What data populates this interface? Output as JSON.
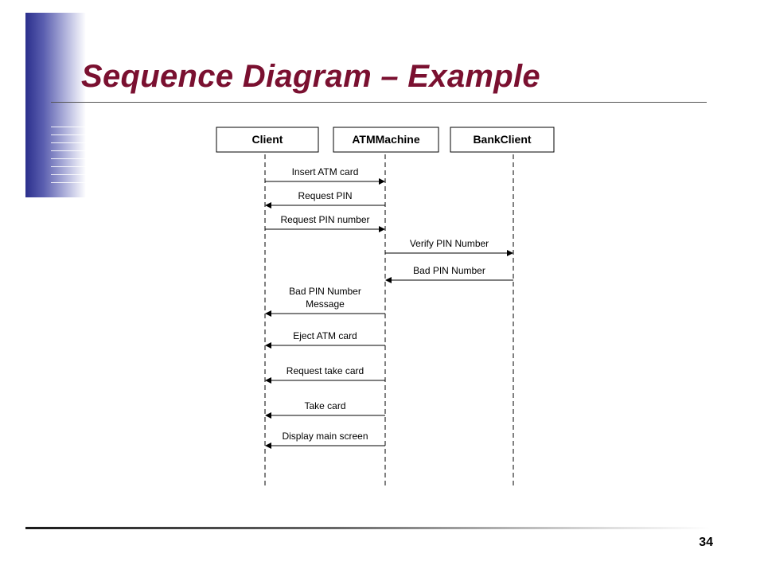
{
  "slide": {
    "title": "Sequence Diagram – Example",
    "page_number": "34"
  },
  "diagram": {
    "participants": [
      {
        "id": "client",
        "label": "Client"
      },
      {
        "id": "atm",
        "label": "ATMMachine"
      },
      {
        "id": "bank",
        "label": "BankClient"
      }
    ],
    "messages": [
      {
        "from": "client",
        "to": "atm",
        "label": [
          "Insert ATM card"
        ]
      },
      {
        "from": "atm",
        "to": "client",
        "label": [
          "Request PIN"
        ]
      },
      {
        "from": "client",
        "to": "atm",
        "label": [
          "Request PIN number"
        ]
      },
      {
        "from": "atm",
        "to": "bank",
        "label": [
          "Verify PIN Number"
        ]
      },
      {
        "from": "bank",
        "to": "atm",
        "label": [
          "Bad PIN Number"
        ]
      },
      {
        "from": "atm",
        "to": "client",
        "label": [
          "Bad PIN Number",
          "Message"
        ]
      },
      {
        "from": "atm",
        "to": "client",
        "label": [
          "Eject ATM card"
        ]
      },
      {
        "from": "atm",
        "to": "client",
        "label": [
          "Request take card"
        ]
      },
      {
        "from": "atm",
        "to": "client",
        "label": [
          "Take card"
        ]
      },
      {
        "from": "atm",
        "to": "client",
        "label": [
          "Display main screen"
        ]
      }
    ]
  }
}
